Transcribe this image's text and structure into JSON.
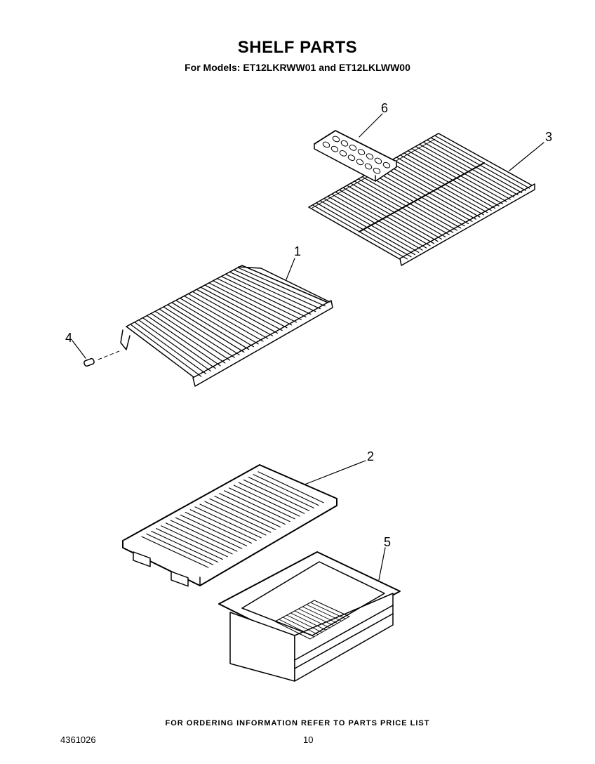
{
  "header": {
    "title": "SHELF PARTS",
    "subtitle": "For Models: ET12LKRWW01 and ET12LKLWW00"
  },
  "callouts": {
    "c1": "1",
    "c2": "2",
    "c3": "3",
    "c4": "4",
    "c5": "5",
    "c6": "6"
  },
  "footer": {
    "note": "FOR ORDERING INFORMATION REFER TO PARTS PRICE LIST",
    "doc_number": "4361026",
    "page_number": "10"
  }
}
